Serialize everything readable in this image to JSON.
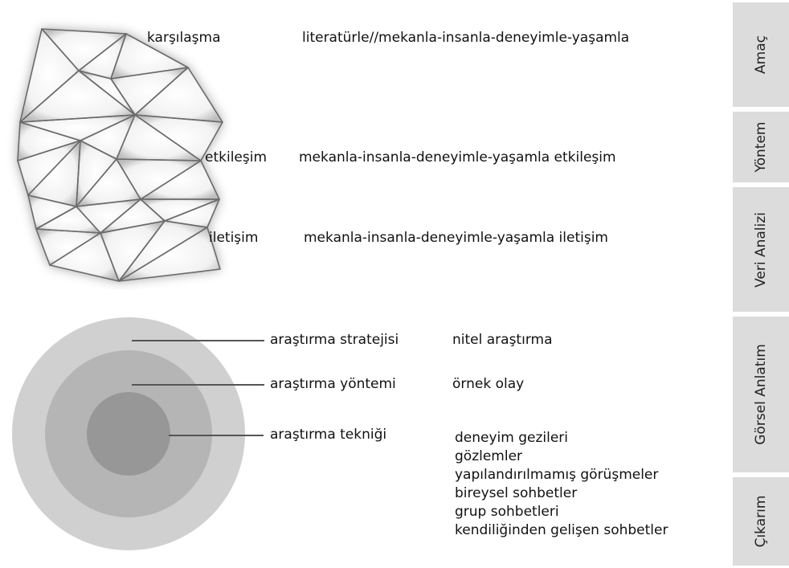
{
  "mesh_labels": {
    "karsilasma": "karşılaşma",
    "etkilesim": "etkileşim",
    "iletisim": "iletişim"
  },
  "mesh_descriptions": {
    "karsilasma": "literatürle//mekanla-insanla-deneyimle-yaşamla",
    "etkilesim": "mekanla-insanla-deneyimle-yaşamla etkileşim",
    "iletisim": "mekanla-insanla-deneyimle-yaşamla iletişim"
  },
  "onion_labels": {
    "strategy": "araştırma stratejisi",
    "method": "araştırma yöntemi",
    "technique": "araştırma tekniği"
  },
  "onion_values": {
    "strategy": "nitel araştırma",
    "method": "örnek olay",
    "techniques": [
      "deneyim gezileri",
      "gözlemler",
      "yapılandırılmamış görüşmeler",
      "bireysel sohbetler",
      "grup sohbetleri",
      "kendiliğinden gelişen sohbetler"
    ]
  },
  "sidebar": {
    "tabs": [
      "Amaç",
      "Yöntem",
      "Veri Analizi",
      "Görsel Anlatım",
      "Çıkarım"
    ]
  },
  "colors": {
    "outer_ring": "#d0d0d0",
    "middle_ring": "#b5b5b5",
    "inner_ring": "#979797",
    "sidebar_tab": "#dcdcdc",
    "mesh_stroke": "#666666"
  }
}
